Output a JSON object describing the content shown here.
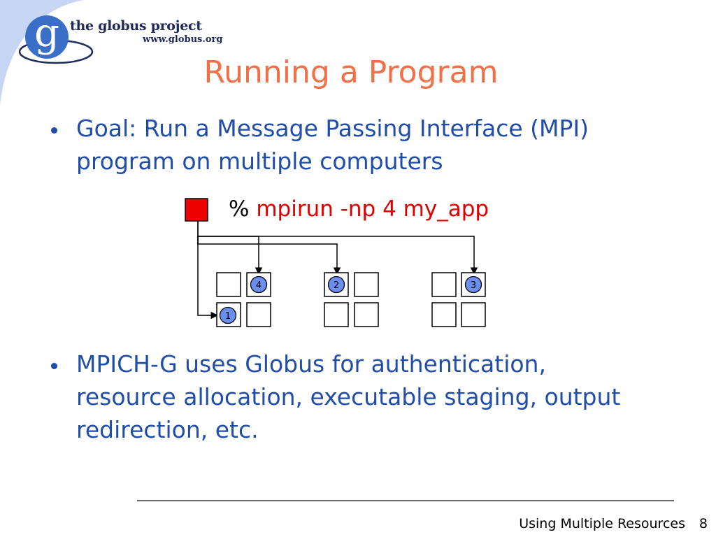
{
  "logo": {
    "title": "the globus project",
    "url": "www.globus.org",
    "letter": "g"
  },
  "slide": {
    "title": "Running a Program",
    "bullets": [
      "Goal: Run a Message Passing Interface (MPI) program on multiple computers",
      "MPICH-G uses Globus for authentication, resource allocation, executable staging, output redirection, etc."
    ]
  },
  "command": {
    "prompt": "%",
    "text": "mpirun -np 4 my_app"
  },
  "diagram": {
    "process_labels": [
      "1",
      "2",
      "3",
      "4"
    ],
    "colors": {
      "source": "#ee0000",
      "process": "#6b8fef",
      "line": "#000000"
    }
  },
  "footer": {
    "text": "Using Multiple Resources",
    "page_number": "8"
  },
  "colors": {
    "title": "#f07048",
    "bullet_text": "#1f4da8",
    "command": "#e00000"
  }
}
